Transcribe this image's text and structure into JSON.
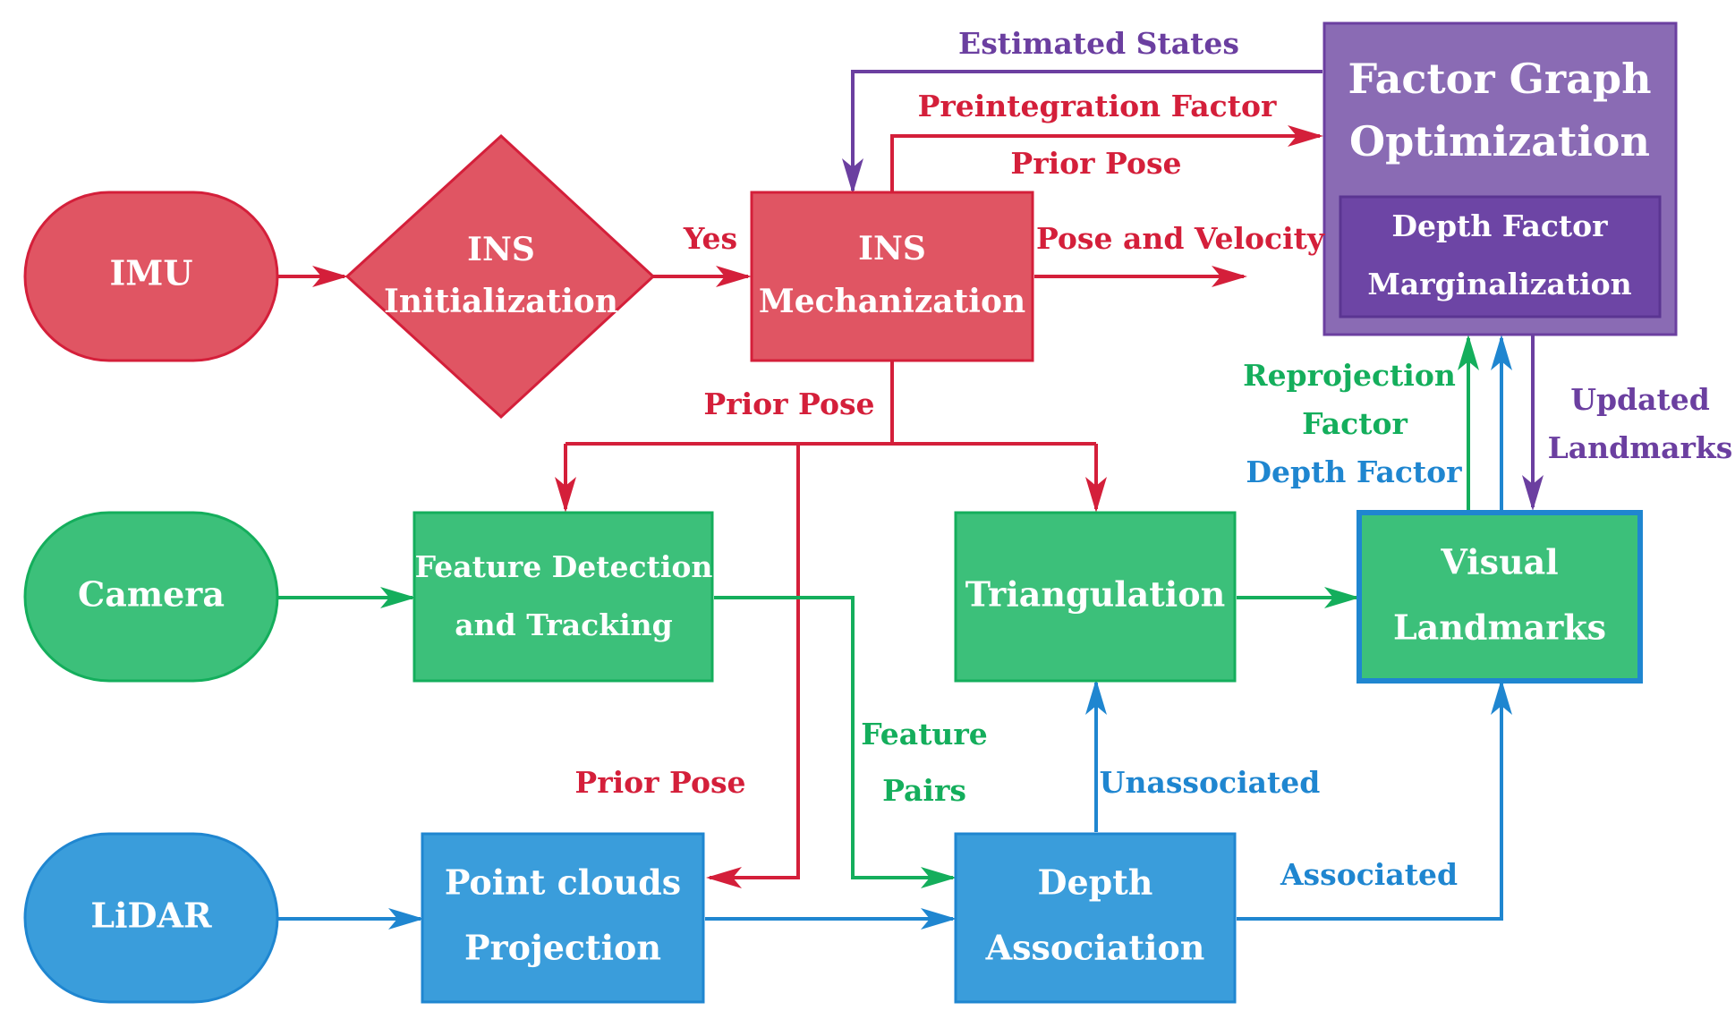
{
  "colors": {
    "red": "#d41f3a",
    "red_fill": "#e05563",
    "green": "#14ae5c",
    "green_fill": "#3cc07a",
    "blue": "#1f86d0",
    "blue_fill": "#3a9ddb",
    "purple": "#6b3fa0",
    "purple_fill": "#8a6bb4",
    "purple_inner": "#6d45a5"
  },
  "nodes": {
    "imu": "IMU",
    "camera": "Camera",
    "lidar": "LiDAR",
    "ins_init": [
      "INS",
      "Initialization"
    ],
    "ins_mech": [
      "INS",
      "Mechanization"
    ],
    "feature_detect": [
      "Feature Detection",
      "and Tracking"
    ],
    "triangulation": "Triangulation",
    "visual_landmarks": [
      "Visual",
      "Landmarks"
    ],
    "point_clouds": [
      "Point clouds",
      "Projection"
    ],
    "depth_assoc": [
      "Depth",
      "Association"
    ],
    "factor_graph": [
      "Factor Graph",
      "Optimization"
    ],
    "depth_marg": [
      "Depth Factor",
      "Marginalization"
    ]
  },
  "edge_labels": {
    "estimated_states": "Estimated States",
    "preintegration": "Preintegration Factor",
    "prior_pose_top": "Prior Pose",
    "yes": "Yes",
    "pose_velocity": "Pose and Velocity",
    "prior_pose_mid": "Prior Pose",
    "prior_pose_bottom": "Prior Pose",
    "reprojection": [
      "Reprojection",
      "Factor"
    ],
    "depth_factor": "Depth Factor",
    "updated_landmarks": [
      "Updated",
      "Landmarks"
    ],
    "feature_pairs": [
      "Feature",
      "Pairs"
    ],
    "unassociated": "Unassociated",
    "associated": "Associated"
  }
}
